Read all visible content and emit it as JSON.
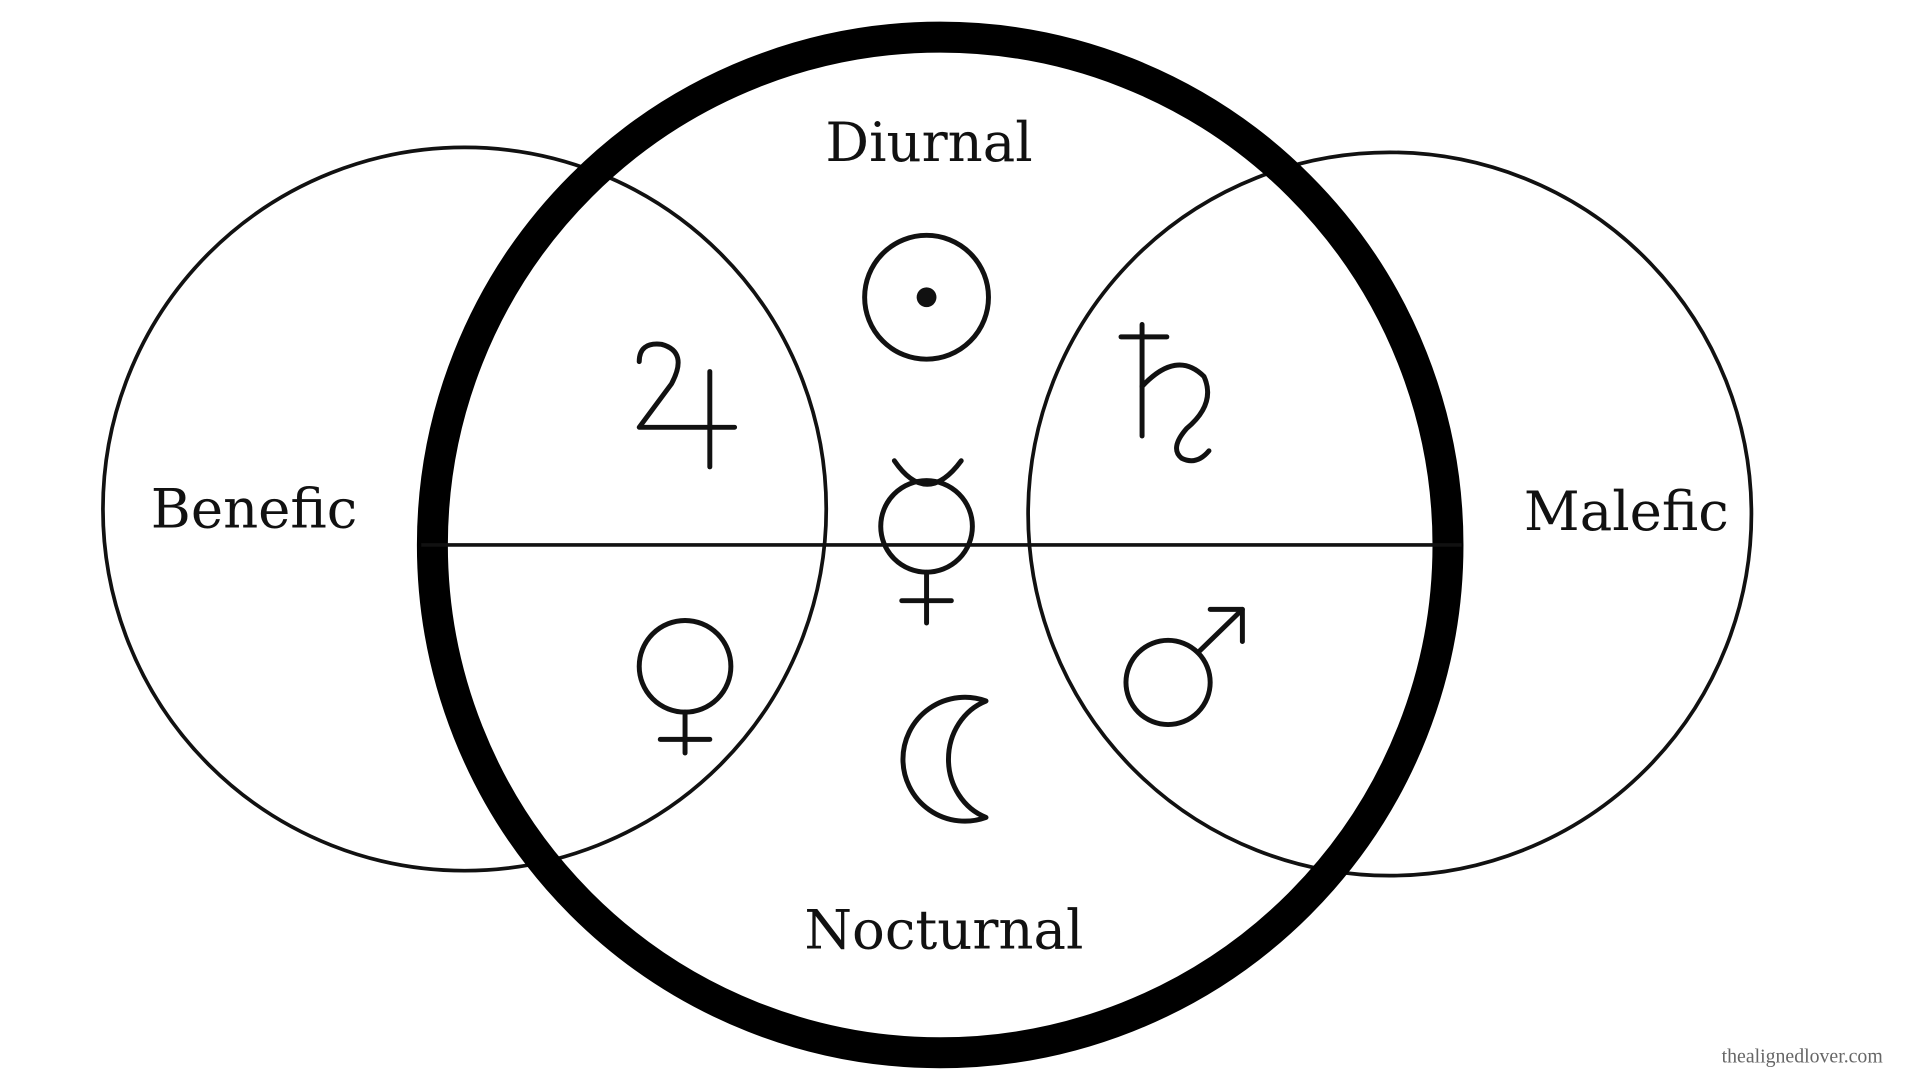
{
  "labels": {
    "top": "Diurnal",
    "bottom": "Nocturnal",
    "left": "Benefic",
    "right": "Malefic"
  },
  "watermark": "thealignedlover.com",
  "symbols": [
    "sun-icon",
    "jupiter-icon",
    "saturn-icon",
    "mercury-icon",
    "venus-icon",
    "mars-icon",
    "moon-icon"
  ],
  "colors": {
    "ink": "#111111",
    "background": "#ffffff",
    "watermark": "#666666"
  }
}
